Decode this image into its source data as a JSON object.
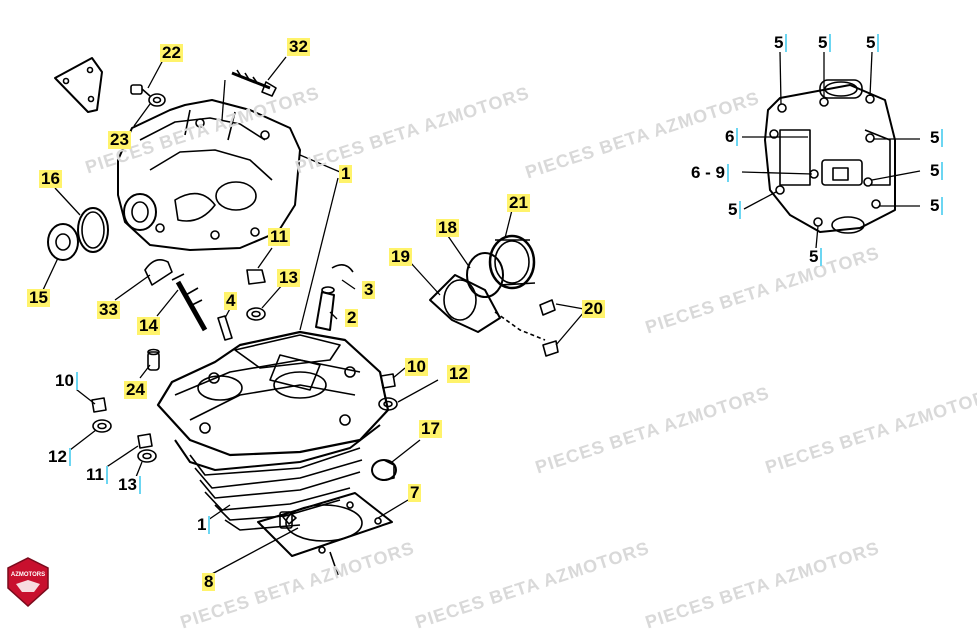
{
  "watermark": "PIECES BETA AZMOTORS",
  "logo_text": "AZMOTORS",
  "callouts": {
    "c1a": "1",
    "c1b": "1",
    "c2": "2",
    "c3": "3",
    "c4": "4",
    "c5a": "5",
    "c5b": "5",
    "c5c": "5",
    "c5d": "5",
    "c5e": "5",
    "c5f": "5",
    "c5g": "5",
    "c5h": "5",
    "c6a": "6",
    "c69": "6 - 9",
    "c7": "7",
    "c8": "8",
    "c10a": "10",
    "c10b": "10",
    "c11a": "11",
    "c11b": "11",
    "c12a": "12",
    "c12b": "12",
    "c13a": "13",
    "c13b": "13",
    "c14": "14",
    "c15": "15",
    "c16": "16",
    "c17": "17",
    "c18": "18",
    "c19": "19",
    "c20": "20",
    "c21": "21",
    "c22": "22",
    "c23": "23",
    "c24": "24",
    "c32": "32",
    "c33": "33"
  },
  "colors": {
    "callout_yellow": "#fff36b",
    "callout_cyan": "#6cd6f2",
    "logo_red": "#c8102e"
  }
}
